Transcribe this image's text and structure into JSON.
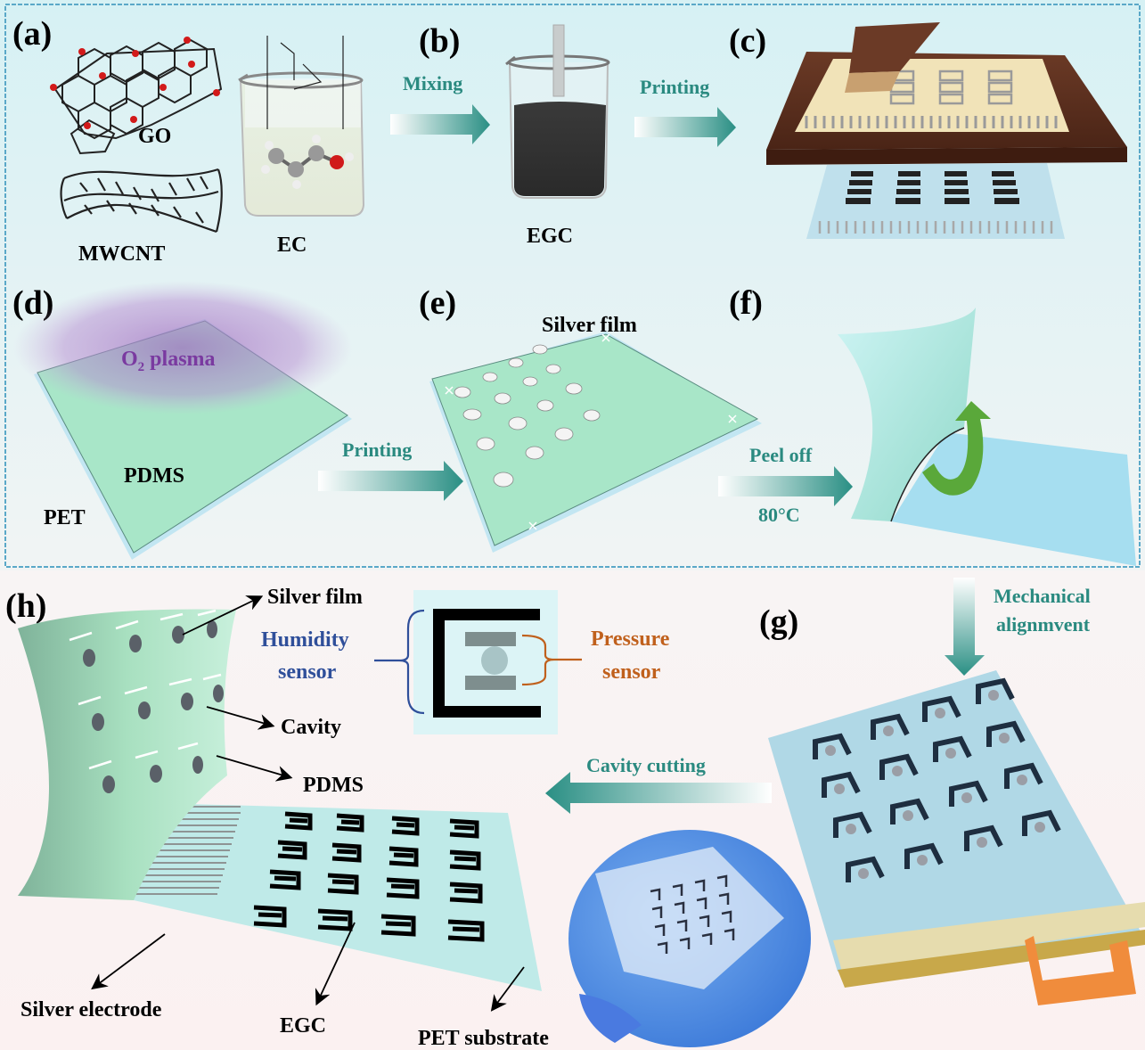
{
  "panels": {
    "a": {
      "tag": "(a)",
      "go": "GO",
      "mwcnt": "MWCNT",
      "ec": "EC"
    },
    "b": {
      "tag": "(b)",
      "egc": "EGC"
    },
    "c": {
      "tag": "(c)"
    },
    "d": {
      "tag": "(d)",
      "plasma_main": "O",
      "plasma_sub": "2",
      "plasma_rest": " plasma",
      "pdms": "PDMS",
      "pet": "PET"
    },
    "e": {
      "tag": "(e)",
      "silver_film": "Silver film"
    },
    "f": {
      "tag": "(f)"
    },
    "g": {
      "tag": "(g)"
    },
    "h": {
      "tag": "(h)",
      "silver_film": "Silver film",
      "cavity": "Cavity",
      "pdms": "PDMS",
      "silver_electrode": "Silver electrode",
      "egc": "EGC",
      "pet_substrate": "PET substrate"
    }
  },
  "steps": {
    "mixing": "Mixing",
    "printing_1": "Printing",
    "printing_2": "Printing",
    "peel_off": "Peel off",
    "temperature": "80°C",
    "mechanical_1": "Mechanical",
    "mechanical_2": "alignmvent",
    "cavity_cutting": "Cavity cutting"
  },
  "legend": {
    "humidity_1": "Humidity",
    "humidity_2": "sensor",
    "pressure_1": "Pressure",
    "pressure_2": "sensor"
  },
  "colors": {
    "step_text": "#2a8a80",
    "humidity": "#2f4f9a",
    "pressure": "#c0601c",
    "plasma": "#7a3aa0",
    "pdms_green": "#a8e6c8",
    "pet_blue": "#bfe6f2",
    "wood": "#5a2e1e"
  }
}
